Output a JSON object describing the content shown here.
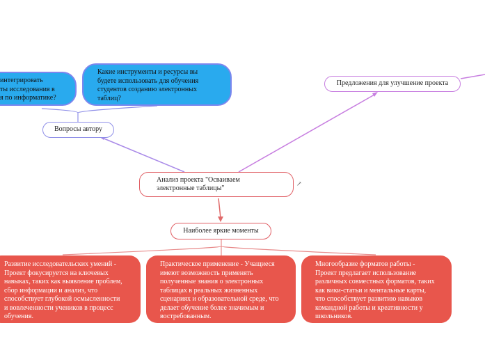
{
  "colors": {
    "purple_border": "#b56ad9",
    "blue_fill": "#29aaee",
    "blue_border": "#7d86ee",
    "red_border": "#e05d63",
    "red_fill": "#e8564c"
  },
  "nodes": {
    "root": "Анализ проекта \"Осваиваем\nэлектронные таблицы\"",
    "author_questions": "Вопросы автору",
    "question_integrate": "интегрировать\nты исследования в\nя по информатике?",
    "question_tools": "Какие инструменты и ресурсы вы\nбудете использовать для обучения\nстудентов созданию электронных\nтаблиц?",
    "suggestions": "Предложения для улучшение проекта",
    "highlights": "Наиболее яркие моменты",
    "moment_research": "Развитие исследовательских умений -\nПроект фокусируется на ключевых\nнавыках, таких как выявление проблем,\nсбор информации и анализ, что\nспособствует глубокой осмысленности\nи вовлеченности учеников в процесс\nобучения.",
    "moment_practice": "Практическое применение - Учащиеся\nимеют возможность применять\nполученные знания о электронных\nтаблицах в реальных жизненных\nсценариях и образовательной среде, что\nделает обучение более значимым и\nвостребованным.",
    "moment_formats": "Многообразие форматов работы -\nПроект предлагает использование\nразличных совместных форматов, таких\nкак вики-статьи и ментальные карты,\nчто способствует развитию навыков\nкомандной работы и креативности у\nшкольников."
  },
  "icons": {
    "external_link": "external-link-icon"
  }
}
